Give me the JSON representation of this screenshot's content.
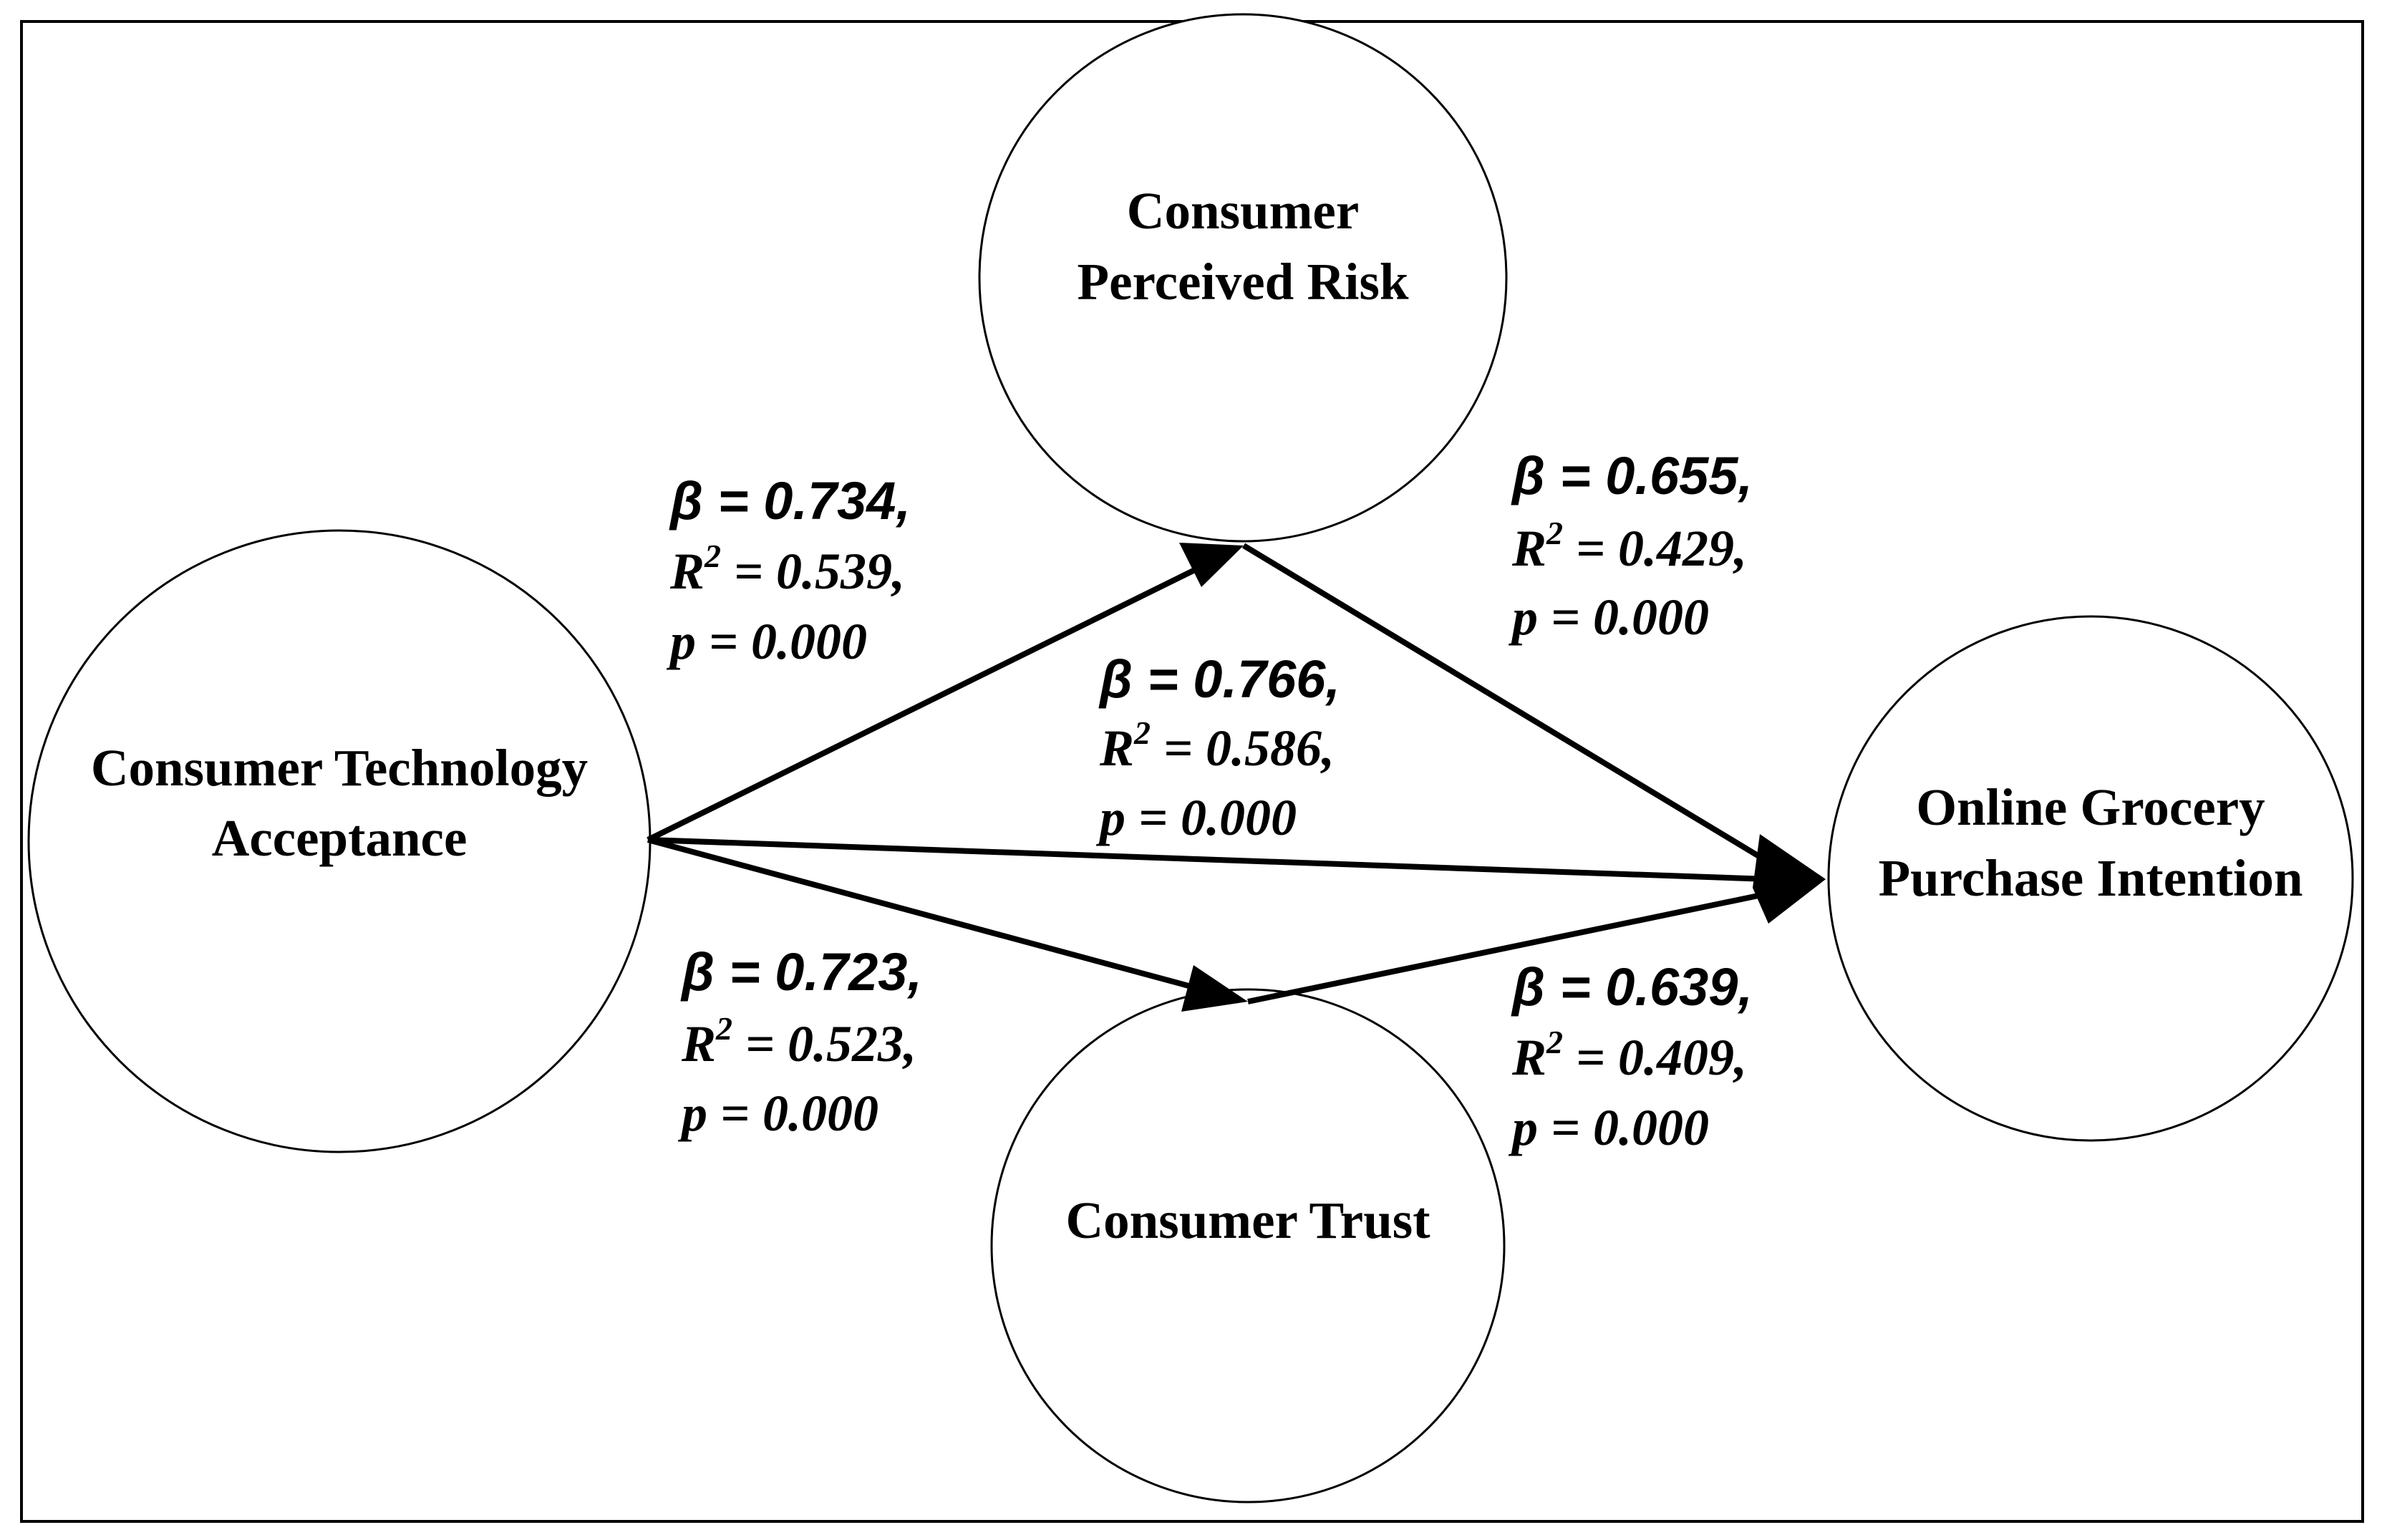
{
  "nodes": {
    "cta": {
      "line1": "Consumer Technology",
      "line2": "Acceptance"
    },
    "cpr": {
      "line1": "Consumer",
      "line2": "Perceived Risk"
    },
    "ct": {
      "line1": "Consumer Trust"
    },
    "ogpi": {
      "line1": "Online Grocery",
      "line2": "Purchase Intention"
    }
  },
  "paths": {
    "cta_cpr": {
      "beta": "β = 0.734,",
      "r2_letter": "R",
      "r2_exp": "2",
      "r2_value": " = 0.539,",
      "p": "p = 0.000"
    },
    "cta_ogpi": {
      "beta": "β = 0.766,",
      "r2_letter": "R",
      "r2_exp": "2",
      "r2_value": " = 0.586,",
      "p": "p = 0.000"
    },
    "cta_ct": {
      "beta": "β = 0.723,",
      "r2_letter": "R",
      "r2_exp": "2",
      "r2_value": " = 0.523,",
      "p": "p = 0.000"
    },
    "cpr_ogpi": {
      "beta": "β = 0.655,",
      "r2_letter": "R",
      "r2_exp": "2",
      "r2_value": " = 0.429,",
      "p": "p = 0.000"
    },
    "ct_ogpi": {
      "beta": "β = 0.639,",
      "r2_letter": "R",
      "r2_exp": "2",
      "r2_value": " = 0.409,",
      "p": "p = 0.000"
    }
  },
  "colors": {
    "line": "#000000",
    "background": "#ffffff"
  }
}
